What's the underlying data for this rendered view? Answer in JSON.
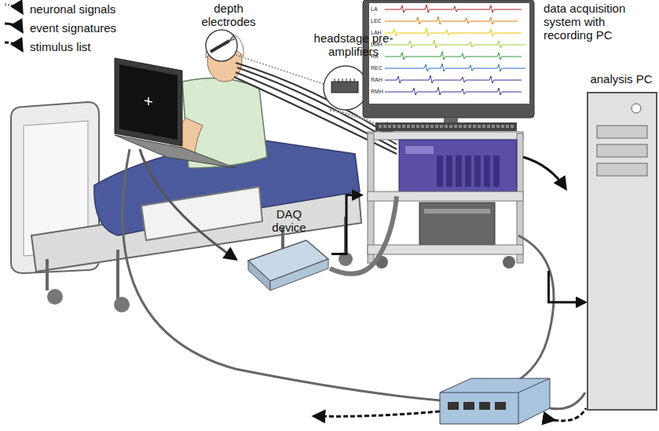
{
  "diagram": {
    "nodes": [
      {
        "text": [
          "data acquisition system with recording PC"
        ]
      },
      {
        "text": [
          "DAQ device"
        ]
      },
      {
        "text": [
          "analysis PC"
        ]
      }
    ],
    "edges": [
      {
        "from": 1,
        "to": 0,
        "arrow": "to"
      },
      {
        "from": 0,
        "to": 2,
        "arrow": "to"
      }
    ],
    "labels": [
      "depth electrodes",
      "headstage pre-amplifiers",
      "LA",
      "LEC",
      "LAH",
      "LMH",
      "RA",
      "REC",
      "RAH",
      "RMH"
    ],
    "legend": [
      {
        "text": "neuronal signals"
      },
      {
        "text": "event signatures"
      },
      {
        "text": "stimulus list"
      }
    ]
  }
}
